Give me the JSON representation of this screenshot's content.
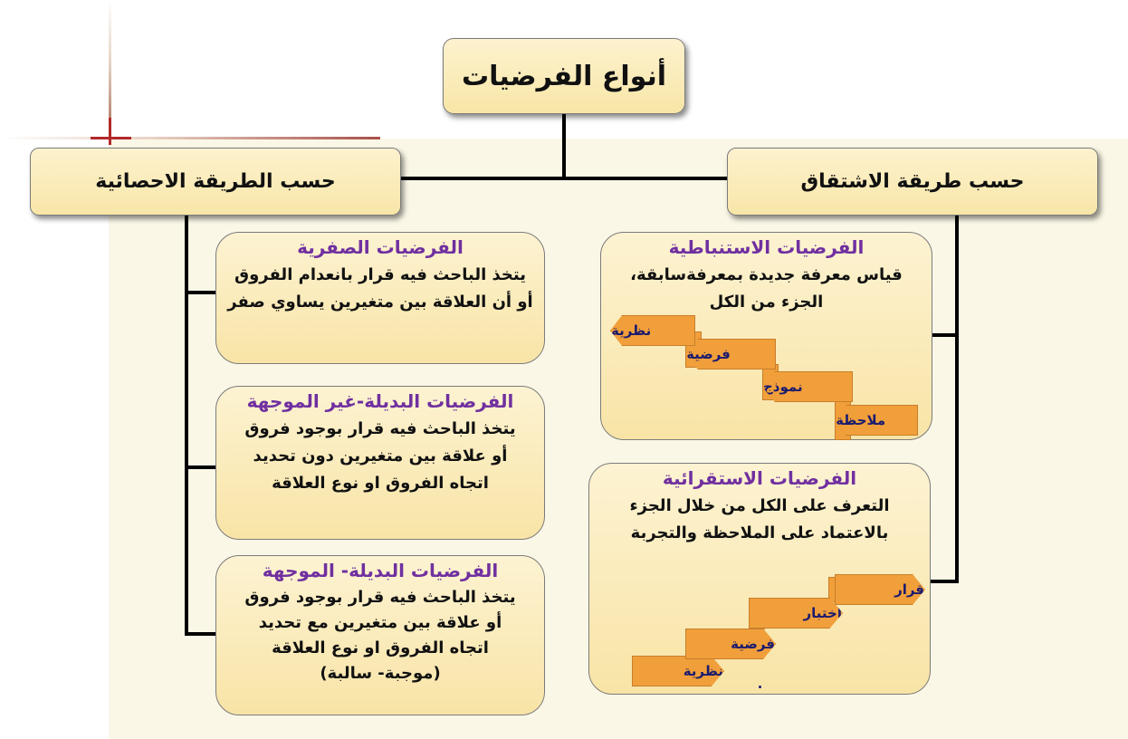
{
  "title": "أنواع الفرضيات",
  "branches": {
    "derivation": "حسب طريقة الاشتقاق",
    "statistical": "حسب الطريقة الاحصائية"
  },
  "cards": {
    "null": {
      "title": "الفرضيات الصفرية",
      "lines": [
        "يتخذ الباحث فيه قرار بانعدام الفروق",
        "أو أن العلاقة بين متغيرين يساوي صفر"
      ]
    },
    "alt_nondirectional": {
      "title": "الفرضيات البديلة-غير الموجهة",
      "lines": [
        "يتخذ الباحث فيه قرار بوجود فروق",
        "أو علاقة بين متغيرين  دون تحديد",
        "اتجاه الفروق او نوع العلاقة"
      ]
    },
    "alt_directional": {
      "title": "الفرضيات البديلة- الموجهة",
      "lines": [
        "يتخذ الباحث فيه قرار بوجود فروق",
        "أو علاقة بين متغيرين  مع تحديد",
        "اتجاه الفروق او نوع العلاقة",
        "(موجبة- سالبة)"
      ]
    },
    "deductive": {
      "title": "الفرضيات الاستنباطية",
      "lines": [
        "قياس معرفة جديدة بمعرفةسابقة،",
        "الجزء من الكل"
      ],
      "steps": [
        "ملاحظة",
        "نموذج",
        "فرضية",
        "نظرية"
      ]
    },
    "inductive": {
      "title": "الفرضيات الاستقرائية",
      "lines": [
        "التعرف على الكل من خلال الجزء",
        "بالاعتماد على الملاحظة والتجربة"
      ],
      "steps": [
        "نظرية",
        "فرضية",
        "اختبار",
        "قرار"
      ]
    }
  },
  "colors": {
    "box_fill": "#f8e6a7",
    "card_title": "#7030a0",
    "arrow_fill": "#f19f3a",
    "arrow_text": "#1b1b6e",
    "panel": "#fbf7e7"
  }
}
